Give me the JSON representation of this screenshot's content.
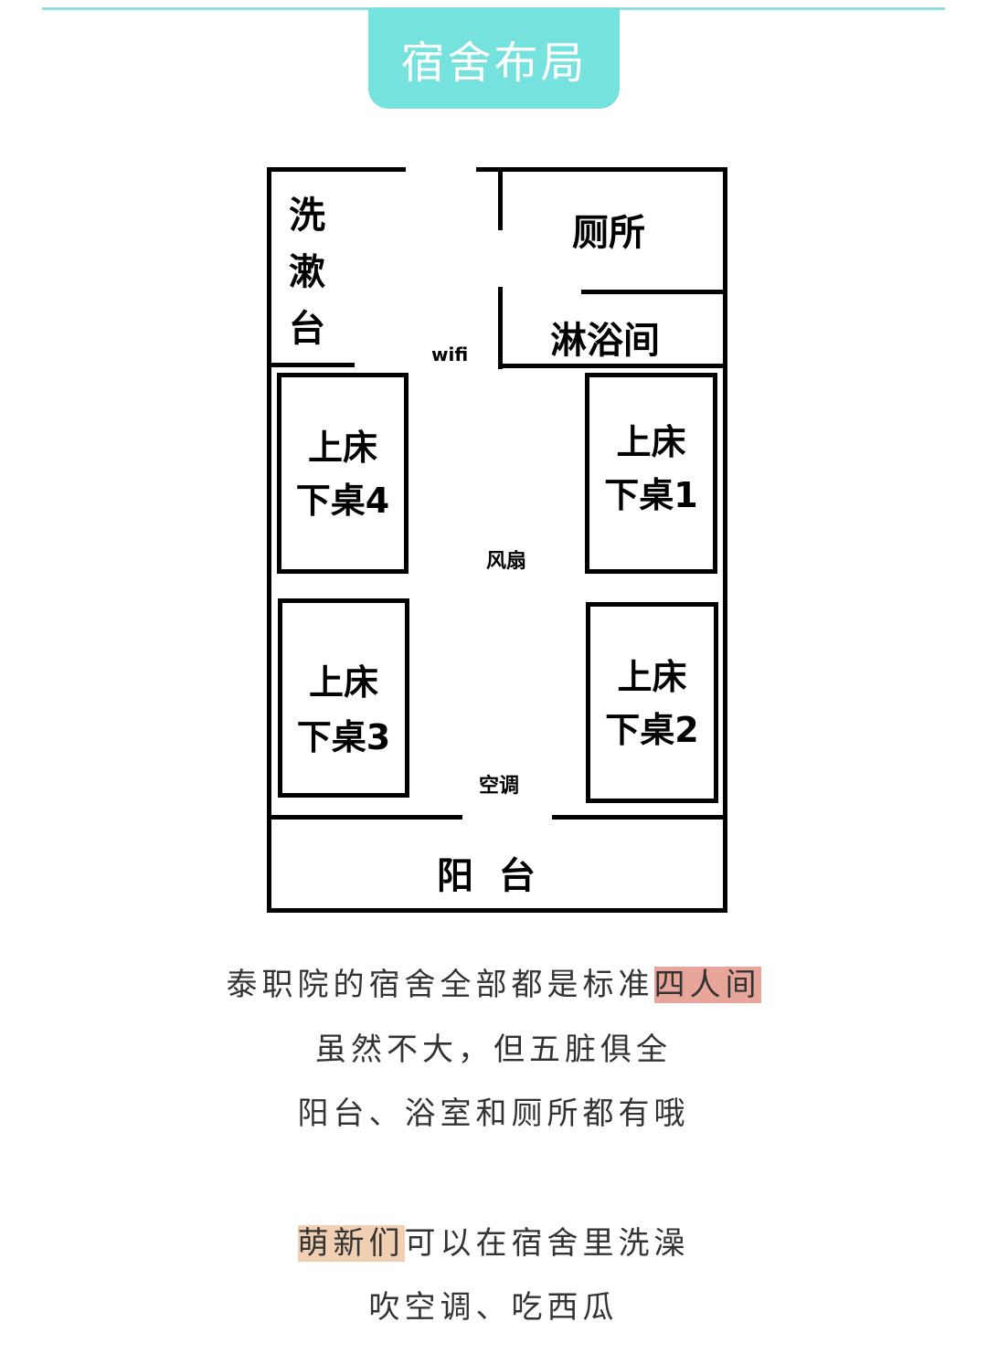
{
  "header": {
    "title": "宿舍布局",
    "accent_color": "#76e2dd"
  },
  "floor_plan": {
    "washbasin": [
      "洗",
      "漱",
      "台"
    ],
    "toilet": "厕所",
    "shower": "淋浴间",
    "wifi": "wifi",
    "fan": "风扇",
    "air_conditioner": "空调",
    "balcony": "阳  台",
    "beds": [
      {
        "line1": "上床",
        "line2": "下桌1"
      },
      {
        "line1": "上床",
        "line2": "下桌2"
      },
      {
        "line1": "上床",
        "line2": "下桌3"
      },
      {
        "line1": "上床",
        "line2": "下桌4"
      }
    ]
  },
  "captions": {
    "line1_prefix": "泰职院的宿舍全部都是标准",
    "line1_highlight": "四人间",
    "line2": "虽然不大，但五脏俱全",
    "line3": "阳台、浴室和厕所都有哦",
    "line4_highlight": "萌新们",
    "line4_suffix": "可以在宿舍里洗澡",
    "line5": "吹空调、吃西瓜",
    "highlight_colors": [
      "#e8a59a",
      "#f0cfb2"
    ]
  }
}
